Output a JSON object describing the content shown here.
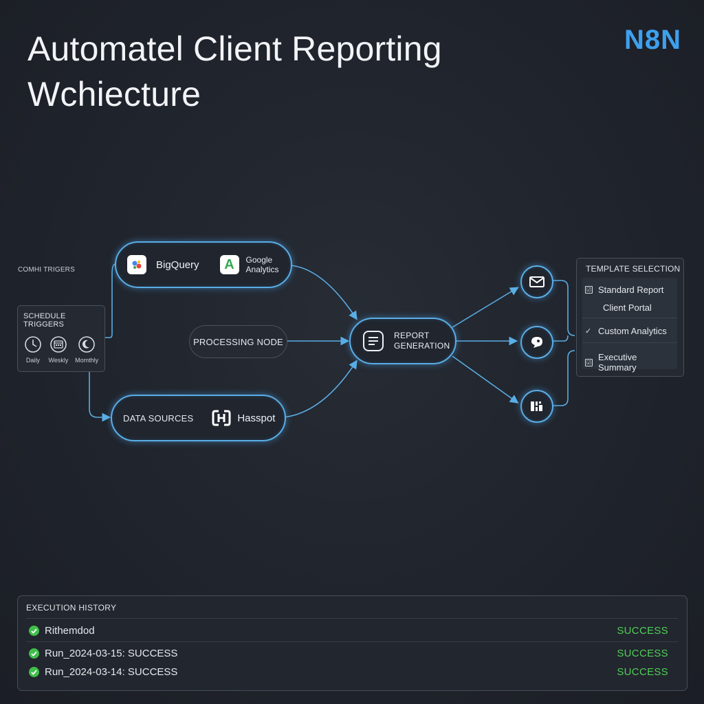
{
  "title_lines": [
    "Automatel Client Reporting",
    "Wchiecture"
  ],
  "brand": "N8N",
  "side_label": "COMHI TRIGERS",
  "schedule": {
    "title": "SCHEDULE TRIGGERS",
    "items": [
      {
        "label": "Daily",
        "icon": "clock-icon"
      },
      {
        "label": "Weskly",
        "icon": "calendar-icon"
      },
      {
        "label": "Momthly",
        "icon": "moon-icon"
      }
    ]
  },
  "sources_top": {
    "bigquery": "BigQuery",
    "analytics_line1": "Google",
    "analytics_line2": "Analytics"
  },
  "processing_node": "PROCESSING NODE",
  "data_sources": {
    "label": "DATA SOURCES",
    "service": "Hasspot"
  },
  "report_generation": {
    "line1": "REPORT",
    "line2": "GENERATION"
  },
  "outputs": [
    {
      "icon": "mail-icon"
    },
    {
      "icon": "chat-icon"
    },
    {
      "icon": "dashboard-icon"
    }
  ],
  "template_selection": {
    "title": "TEMPLATE SELECTION",
    "items": [
      {
        "label": "Standard Report",
        "marker": "☑"
      },
      {
        "label": "Client Portal",
        "marker": ""
      },
      {
        "label": "Custom Analytics",
        "marker": "✓"
      },
      {
        "label": "Executive Summary",
        "marker": "☑"
      }
    ]
  },
  "execution_history": {
    "title": "EXECUTION HISTORY",
    "rows": [
      {
        "text": "Rithemdod",
        "status": "SUCCESS"
      },
      {
        "text": "Run_2024-03-15: SUCCESS",
        "status": "SUCCESS"
      },
      {
        "text": "Run_2024-03-14: SUCCESS",
        "status": "SUCCESS"
      }
    ]
  },
  "colors": {
    "accent": "#5aaee6",
    "brand": "#3ea0ee",
    "success": "#4fcf57",
    "background": "#1f232b"
  }
}
